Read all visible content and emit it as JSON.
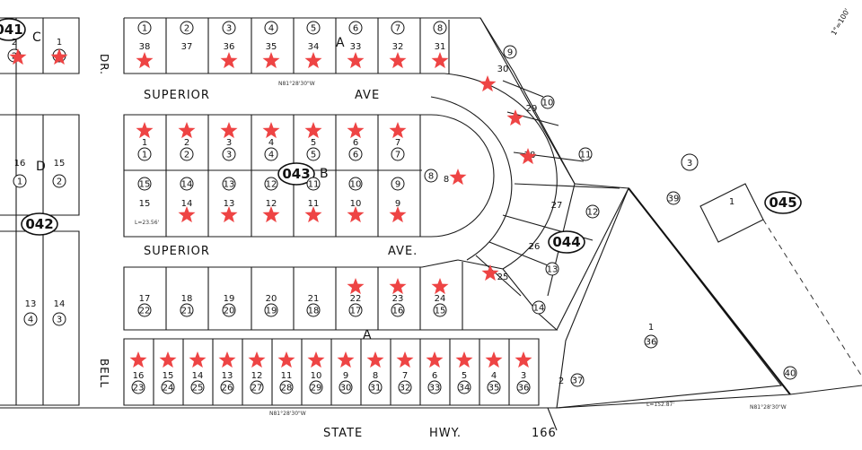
{
  "streets": {
    "superior_top": "SUPERIOR",
    "ave_top": "AVE",
    "superior_mid": "SUPERIOR",
    "ave_mid": "AVE.",
    "state": "STATE",
    "hwy": "HWY.",
    "hwy_no": "166",
    "dr": "DR.",
    "bell": "BELL"
  },
  "refs": {
    "r041": "041",
    "r042": "042",
    "r043": "043",
    "r044": "044",
    "r045": "045"
  },
  "blocks": {
    "a_top": "A",
    "b": "B",
    "a_bottom": "A",
    "c": "C",
    "d": "D"
  },
  "scale_text": "1\"=100'",
  "marker_color": "#ee4444",
  "annotations": [
    "N81°28'30\"W",
    "N81°28'30\"W",
    "N81°28'30\"W",
    "L=152.87'",
    "L=23.56'"
  ],
  "lots": {
    "row1": [
      {
        "top": "1",
        "big": "38",
        "star": true
      },
      {
        "top": "2",
        "big": "37",
        "star": false
      },
      {
        "top": "3",
        "big": "36",
        "star": true
      },
      {
        "top": "4",
        "big": "35",
        "star": true
      },
      {
        "top": "5",
        "big": "34",
        "star": true
      },
      {
        "top": "6",
        "big": "33",
        "star": true
      },
      {
        "top": "7",
        "big": "32",
        "star": true
      },
      {
        "top": "8",
        "big": "31",
        "star": true
      }
    ],
    "row2": [
      {
        "big": "1",
        "circ": "1",
        "star": true
      },
      {
        "big": "2",
        "circ": "2",
        "star": true
      },
      {
        "big": "3",
        "circ": "3",
        "star": true
      },
      {
        "big": "4",
        "circ": "4",
        "star": true
      },
      {
        "big": "5",
        "circ": "5",
        "star": true
      },
      {
        "big": "6",
        "circ": "6",
        "star": true
      },
      {
        "big": "7",
        "circ": "7",
        "star": true
      }
    ],
    "row3": [
      {
        "big": "15",
        "circ": "15",
        "star": false
      },
      {
        "big": "14",
        "circ": "14",
        "star": true
      },
      {
        "big": "13",
        "circ": "13",
        "star": true
      },
      {
        "big": "12",
        "circ": "12",
        "star": true
      },
      {
        "big": "11",
        "circ": "11",
        "star": true
      },
      {
        "big": "10",
        "circ": "10",
        "star": true
      },
      {
        "big": "9",
        "circ": "9",
        "star": true
      }
    ],
    "row4": [
      {
        "big": "17",
        "circ": "22",
        "star": false
      },
      {
        "big": "18",
        "circ": "21",
        "star": false
      },
      {
        "big": "19",
        "circ": "20",
        "star": false
      },
      {
        "big": "20",
        "circ": "19",
        "star": false
      },
      {
        "big": "21",
        "circ": "18",
        "star": false
      },
      {
        "big": "22",
        "circ": "17",
        "star": true
      },
      {
        "big": "23",
        "circ": "16",
        "star": true
      },
      {
        "big": "24",
        "circ": "15",
        "star": true
      }
    ],
    "row5": [
      {
        "big": "16",
        "circ": "23",
        "star": true
      },
      {
        "big": "15",
        "circ": "24",
        "star": true
      },
      {
        "big": "14",
        "circ": "25",
        "star": true
      },
      {
        "big": "13",
        "circ": "26",
        "star": true
      },
      {
        "big": "12",
        "circ": "27",
        "star": true
      },
      {
        "big": "11",
        "circ": "28",
        "star": true
      },
      {
        "big": "10",
        "circ": "29",
        "star": true
      },
      {
        "big": "9",
        "circ": "30",
        "star": true
      },
      {
        "big": "8",
        "circ": "31",
        "star": true
      },
      {
        "big": "7",
        "circ": "32",
        "star": true
      },
      {
        "big": "6",
        "circ": "33",
        "star": true
      },
      {
        "big": "5",
        "circ": "34",
        "star": true
      },
      {
        "big": "4",
        "circ": "35",
        "star": true
      },
      {
        "big": "3",
        "circ": "36",
        "star": true
      }
    ],
    "fan": [
      {
        "big": "30",
        "circ": "9"
      },
      {
        "big": "29",
        "circ": "10"
      },
      {
        "big": "28",
        "circ": "11"
      },
      {
        "big": "27",
        "circ": "12"
      },
      {
        "big": "26",
        "circ": "13"
      },
      {
        "big": "25",
        "circ": "14"
      }
    ],
    "left": [
      {
        "big": "2",
        "circ": "2"
      },
      {
        "big": "1",
        "circ": "1"
      },
      {
        "big": "16",
        "circ": "1"
      },
      {
        "big": "15",
        "circ": "2"
      },
      {
        "big": "13",
        "circ": "4"
      },
      {
        "big": "14",
        "circ": "3"
      }
    ],
    "misc": {
      "lot8": "8",
      "lot8c": "8",
      "p3": "3",
      "p1": "1",
      "p36": "36",
      "p39": "39",
      "p40": "40",
      "p37": "37",
      "p2": "2",
      "p1b": "1"
    }
  }
}
